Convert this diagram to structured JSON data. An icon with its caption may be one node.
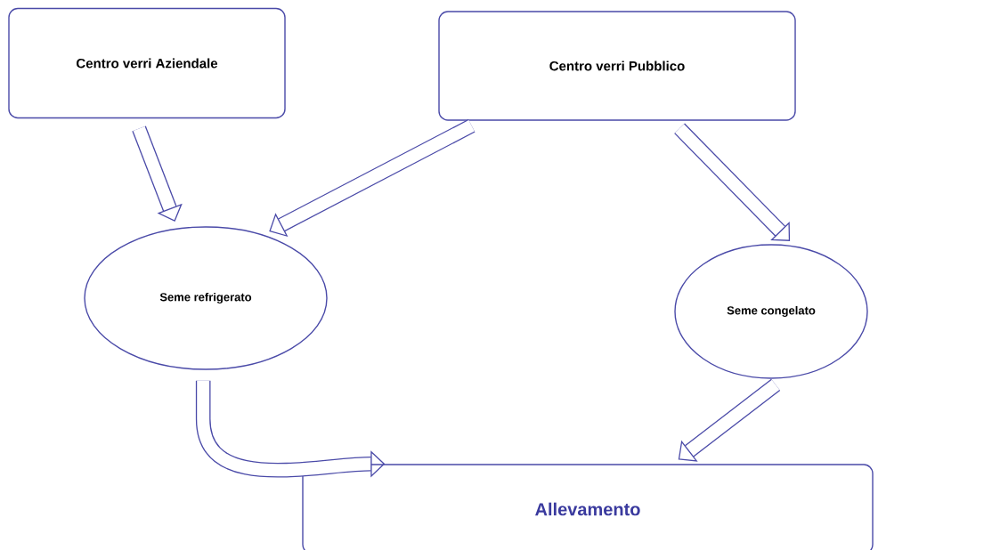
{
  "diagram": {
    "nodes": [
      {
        "text": [
          "Centro verri Aziendale"
        ]
      },
      {
        "text": [
          "Centro verri Pubblico"
        ]
      },
      {
        "text": [
          "Seme refrigerato"
        ]
      },
      {
        "text": [
          "Seme congelato"
        ]
      },
      {
        "text": [
          "Allevamento"
        ]
      }
    ],
    "edges": [
      {
        "from": 0,
        "to": 2,
        "arrow": "to"
      },
      {
        "from": 1,
        "to": 2,
        "arrow": "to"
      },
      {
        "from": 1,
        "to": 3,
        "arrow": "to"
      },
      {
        "from": 2,
        "to": 4,
        "arrow": "to"
      },
      {
        "from": 3,
        "to": 4,
        "arrow": "to"
      }
    ]
  }
}
